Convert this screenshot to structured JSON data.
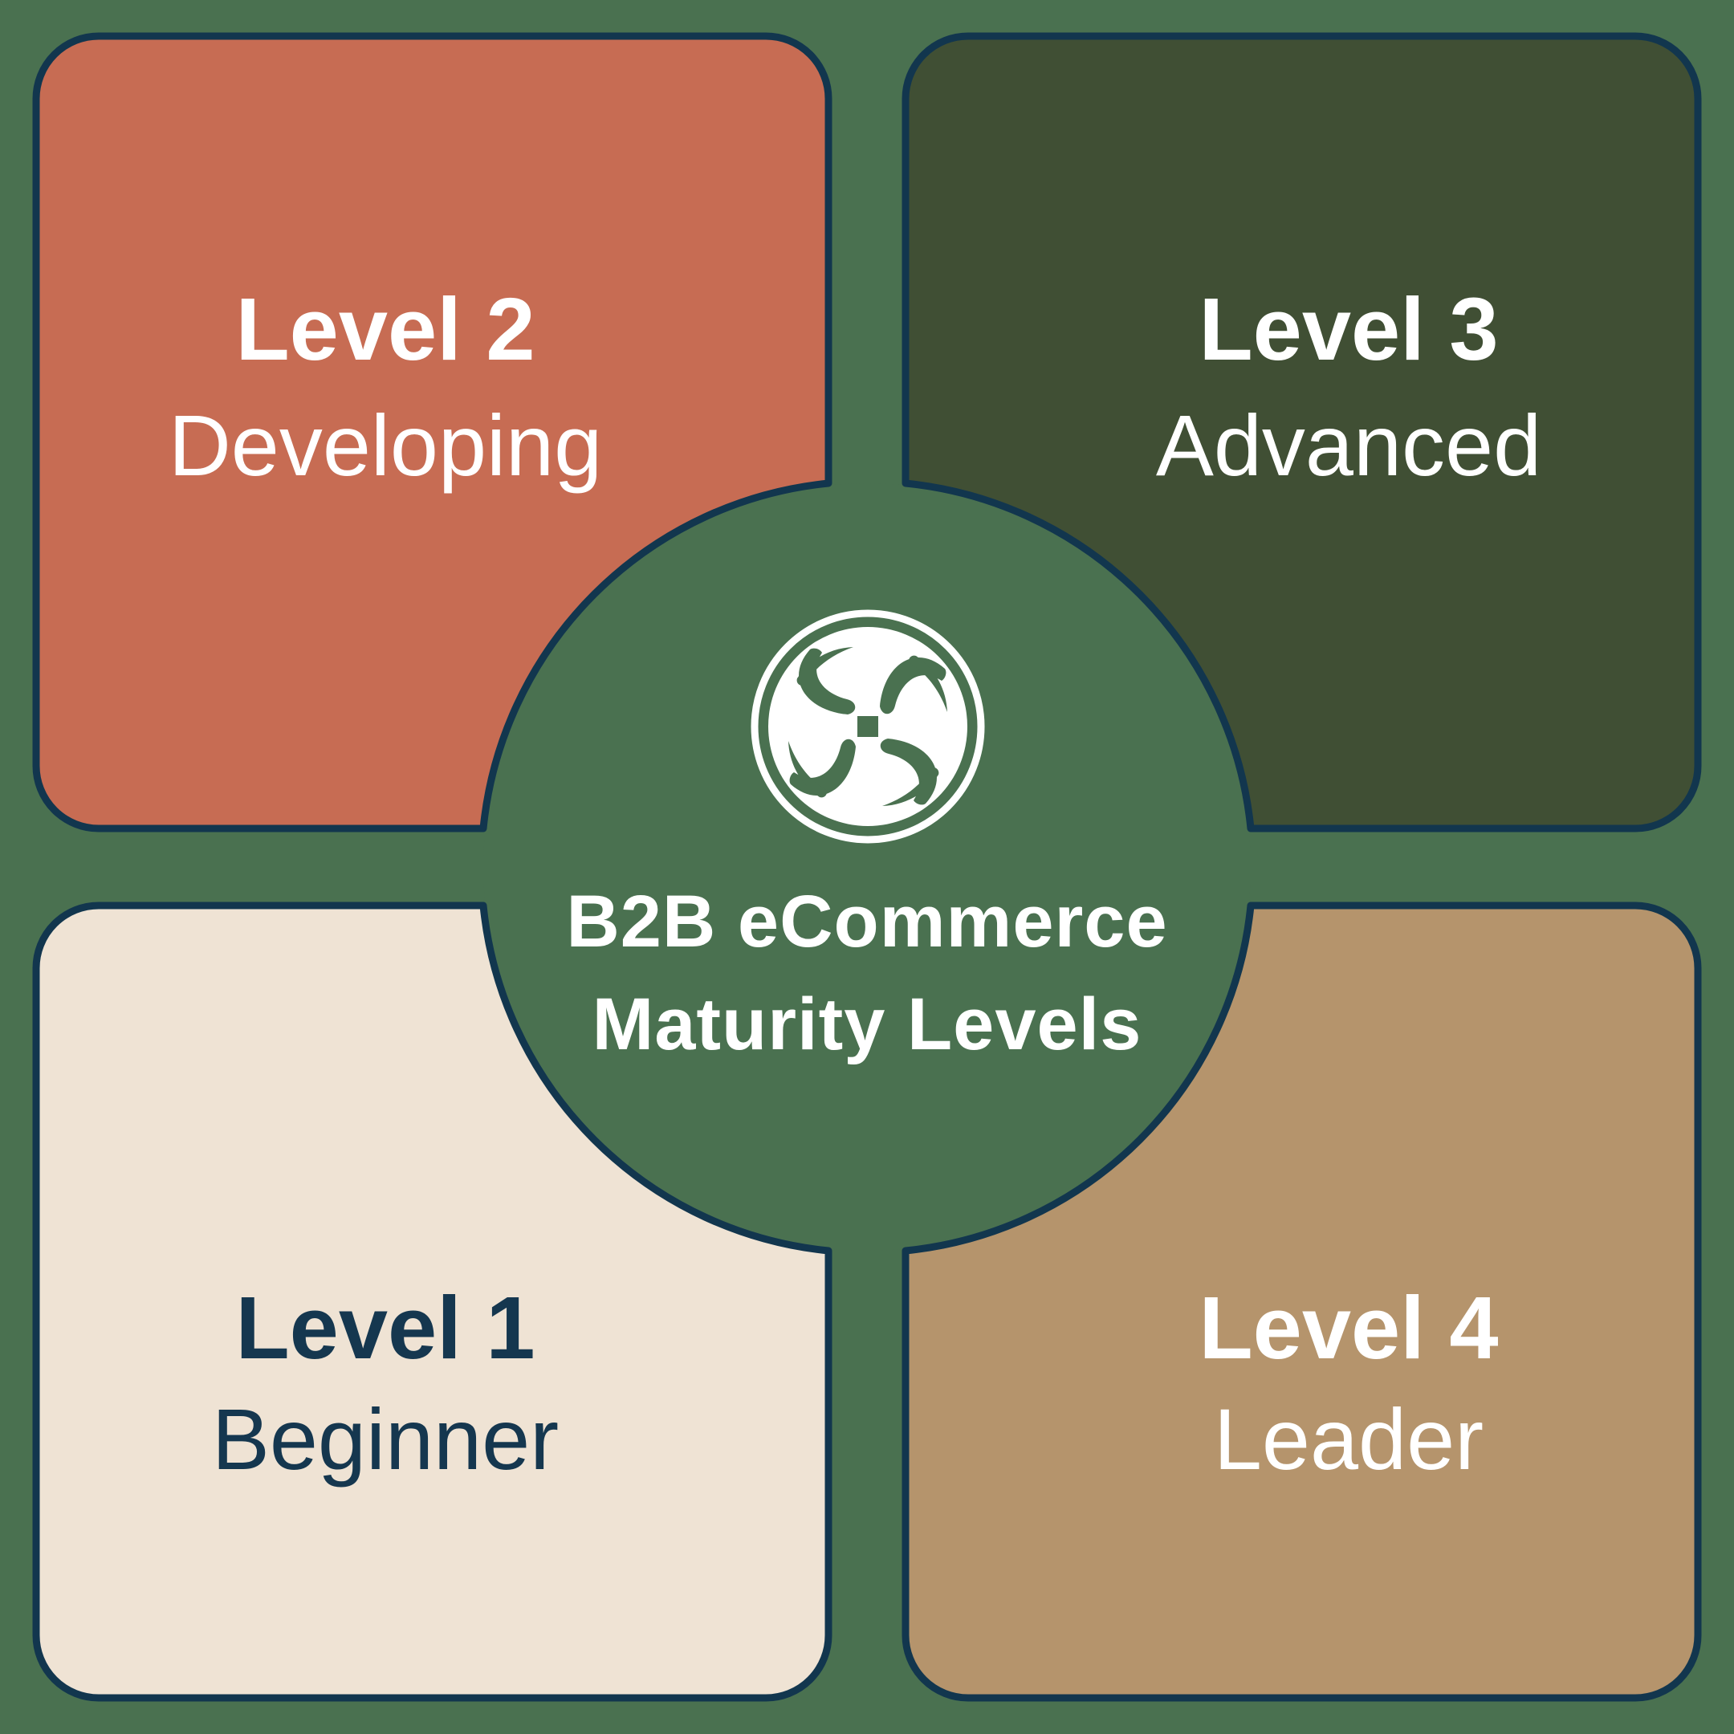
{
  "colors": {
    "background": "#4a7150",
    "outline": "#12364e",
    "white": "#ffffff",
    "navy_text": "#15374f"
  },
  "center": {
    "logo": "swirl-pinwheel-logo",
    "title_line1": "B2B eCommerce",
    "title_line2": "Maturity Levels"
  },
  "quadrants": [
    {
      "position": "top-left",
      "level": "Level 2",
      "label": "Developing",
      "fill": "#c76c53",
      "text_color": "#ffffff"
    },
    {
      "position": "top-right",
      "level": "Level 3",
      "label": "Advanced",
      "fill": "#404f34",
      "text_color": "#ffffff"
    },
    {
      "position": "bottom-left",
      "level": "Level 1",
      "label": "Beginner",
      "fill": "#efe3d4",
      "text_color": "#15374f"
    },
    {
      "position": "bottom-right",
      "level": "Level 4",
      "label": "Leader",
      "fill": "#b5946c",
      "text_color": "#ffffff"
    }
  ]
}
